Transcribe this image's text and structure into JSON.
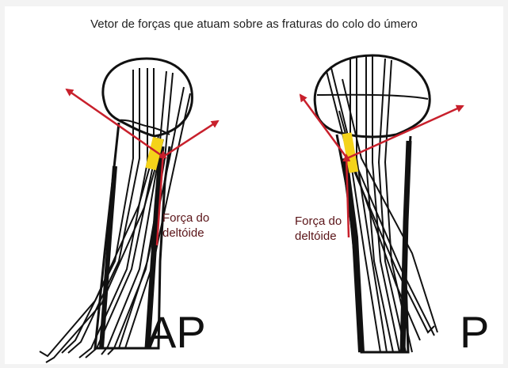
{
  "figure": {
    "title": "Vetor de forças que atuam sobre as fraturas do colo do úmero",
    "colors": {
      "vector": "#c8202c",
      "fracture": "#f4d31a",
      "bone": "#111111",
      "background": "#ffffff"
    }
  },
  "panels": [
    {
      "id": "ap",
      "view_label": "AP",
      "force_label_line1": "Força do",
      "force_label_line2": "deltóide"
    },
    {
      "id": "p",
      "view_label": "P",
      "force_label_line1": "Força do",
      "force_label_line2": "deltóide"
    }
  ]
}
